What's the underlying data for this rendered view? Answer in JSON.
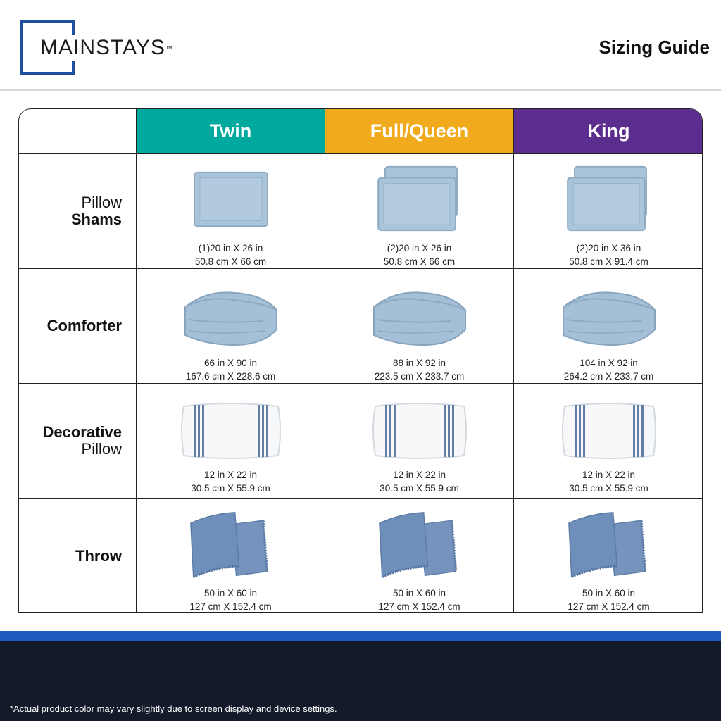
{
  "brand": {
    "name": "MAINSTAYS",
    "trademark": "™",
    "color": "#1f4fa1"
  },
  "title": "Sizing Guide",
  "columns": [
    {
      "label": "Twin",
      "color": "#00a99d"
    },
    {
      "label": "Full/Queen",
      "color": "#f0aa1c"
    },
    {
      "label": "King",
      "color": "#5b2d8e"
    }
  ],
  "rows": [
    {
      "label_top": "Pillow",
      "label_bottom": "Shams",
      "bold": "bottom",
      "icon": "pillow-sham-icon",
      "cells": [
        {
          "count": 1,
          "line1": "(1)20 in X 26 in",
          "line2": "50.8 cm X 66 cm"
        },
        {
          "count": 2,
          "line1": "(2)20 in X 26 in",
          "line2": "50.8 cm X 66 cm"
        },
        {
          "count": 2,
          "line1": "(2)20 in X 36 in",
          "line2": "50.8 cm X 91.4 cm"
        }
      ]
    },
    {
      "label_top": "Comforter",
      "label_bottom": "",
      "bold": "top",
      "icon": "comforter-icon",
      "cells": [
        {
          "line1": "66 in X 90 in",
          "line2": "167.6 cm X 228.6 cm"
        },
        {
          "line1": "88 in X 92 in",
          "line2": "223.5 cm X 233.7 cm"
        },
        {
          "line1": "104 in X 92 in",
          "line2": "264.2 cm X 233.7 cm"
        }
      ]
    },
    {
      "label_top": "Decorative",
      "label_bottom": "Pillow",
      "bold": "top",
      "icon": "decorative-pillow-icon",
      "cells": [
        {
          "line1": "12 in X 22 in",
          "line2": "30.5 cm X 55.9 cm"
        },
        {
          "line1": "12 in X 22 in",
          "line2": "30.5 cm X 55.9 cm"
        },
        {
          "line1": "12 in X 22 in",
          "line2": "30.5 cm X 55.9 cm"
        }
      ]
    },
    {
      "label_top": "Throw",
      "label_bottom": "",
      "bold": "top",
      "icon": "throw-blanket-icon",
      "cells": [
        {
          "line1": "50 in X 60 in",
          "line2": "127 cm X 152.4 cm"
        },
        {
          "line1": "50 in X 60 in",
          "line2": "127 cm X 152.4 cm"
        },
        {
          "line1": "50 in X 60 in",
          "line2": "127 cm X 152.4 cm"
        }
      ]
    }
  ],
  "footnote": "*Actual product color may vary slightly due to screen display and device settings.",
  "colors": {
    "product_blue": "#a9c3d8",
    "throw_blue": "#6f8fbb",
    "footer_band": "#1d5bbf",
    "footer_bg": "#131a2a"
  }
}
